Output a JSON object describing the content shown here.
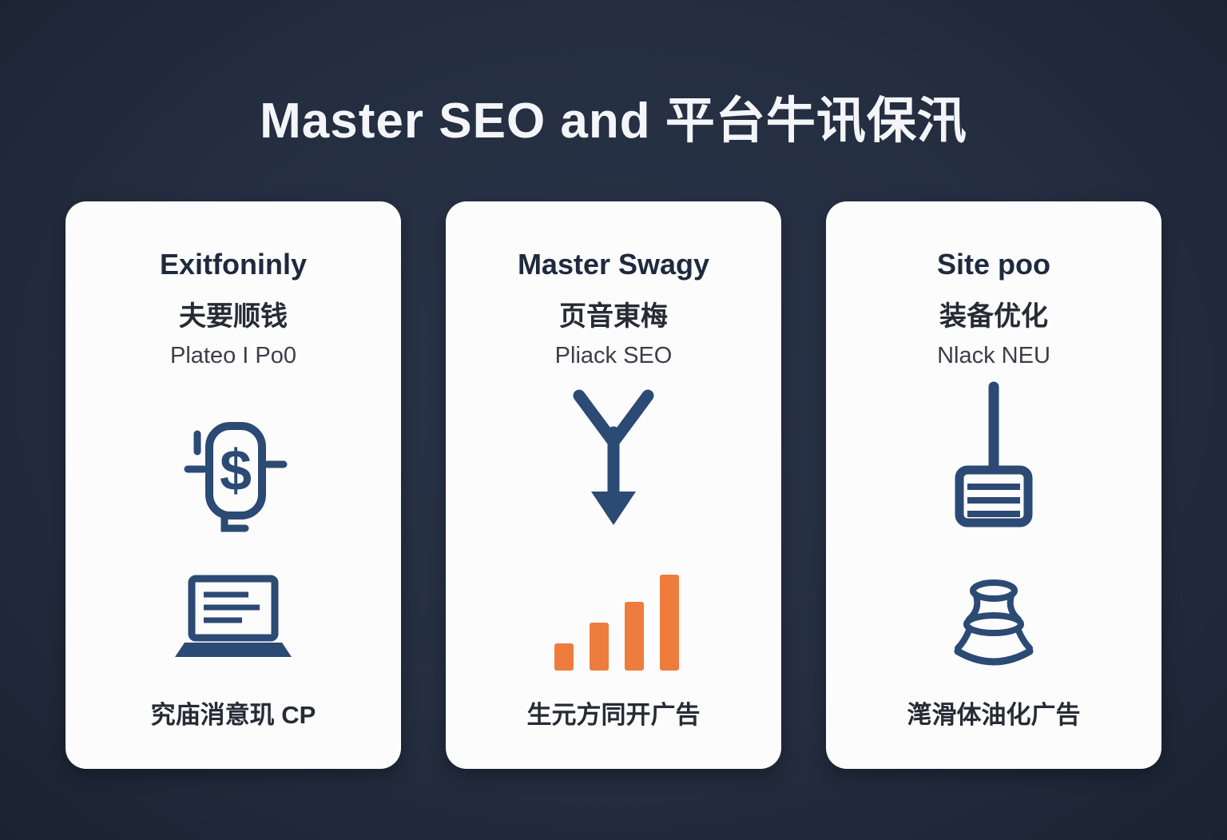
{
  "title": "Master SEO and 平台牛讯保汛",
  "colors": {
    "background": "#242e40",
    "card": "#fcfcfd",
    "icon_navy": "#2b4a74",
    "bar_orange": "#ee7c3d",
    "title_text": "#f3f5f8",
    "heading_text": "#1e2a3d"
  },
  "cards": [
    {
      "heading": "Exitfoninly",
      "subheading": "夫要顺钱",
      "caption": "Plateo I Po0",
      "icons": [
        "dollar-tag-icon",
        "laptop-icon"
      ],
      "footer": "究庙消意玑 CP"
    },
    {
      "heading": "Master Swagy",
      "subheading": "页音東梅",
      "caption": "Pliack SEO",
      "icons": [
        "merge-down-arrow-icon",
        "bar-chart-icon"
      ],
      "footer": "生元方同开广告"
    },
    {
      "heading": "Site poo",
      "subheading": "装备优化",
      "caption": "Nlack NEU",
      "icons": [
        "broom-icon",
        "vase-icon"
      ],
      "footer": "滗滑体油化广告"
    }
  ]
}
